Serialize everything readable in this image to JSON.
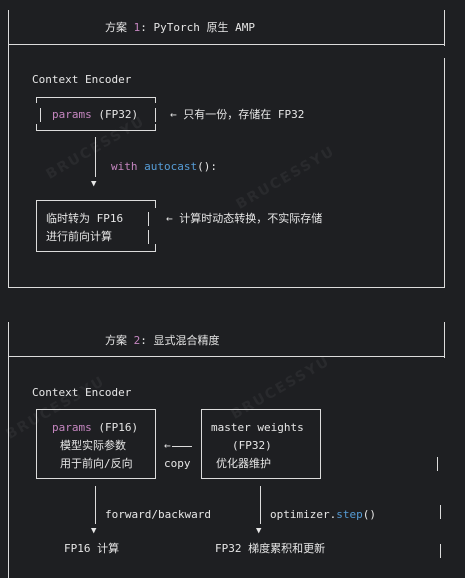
{
  "diagram": {
    "section1": {
      "title": "方案 1: PyTorch 原生 AMP",
      "title_prefix": "方案 ",
      "title_number": "1",
      "title_suffix": ": PyTorch 原生 AMP",
      "context_label": "Context Encoder",
      "params_box": {
        "keyword": "params",
        "suffix": " (FP32)"
      },
      "params_note": "← 只有一份，存储在 FP32",
      "code_line": {
        "with": "with",
        "autocast": "autocast",
        "call": "():"
      },
      "temp_box": {
        "line1": "临时转为 FP16",
        "line2": "进行前向计算"
      },
      "temp_note": "← 计算时动态转换，不实际存储"
    },
    "section2": {
      "title_prefix": "方案 ",
      "title_number": "2",
      "title_suffix": ": 显式混合精度",
      "context_label": "Context Encoder",
      "params_box": {
        "keyword": "params",
        "suffix": " (FP16)",
        "line2": "模型实际参数",
        "line3": "用于前向/反向"
      },
      "master_box": {
        "line1": "master weights",
        "line2": "(FP32)",
        "line3": "优化器维护"
      },
      "copy_arrow": "←",
      "copy_label": "copy",
      "forward_label": "forward/backward",
      "optimizer_call": {
        "prefix": "optimizer.",
        "method": "step",
        "suffix": "()"
      },
      "left_result": "FP16 计算",
      "right_result": "FP32 梯度累积和更新"
    },
    "watermark": "BRUCESSYU"
  }
}
